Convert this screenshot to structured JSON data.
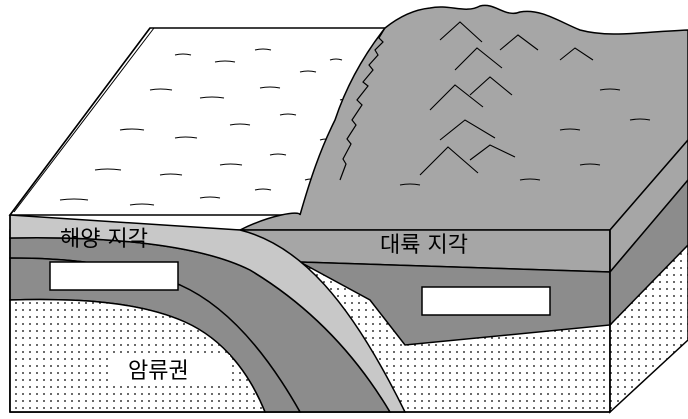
{
  "labels": {
    "oceanic_crust": "해양 지각",
    "continental_crust": "대륙 지각",
    "asthenosphere": "암류권"
  },
  "blank_boxes": [
    {
      "name": "oceanic-lithosphere-blank"
    },
    {
      "name": "continental-lithosphere-blank"
    }
  ],
  "colors": {
    "ocean_surface": "#ffffff",
    "oceanic_crust": "#c8c8c8",
    "lithosphere": "#8c8c8c",
    "continent": "#a6a6a6",
    "asthenosphere_dots": "#000000",
    "outline": "#000000"
  }
}
